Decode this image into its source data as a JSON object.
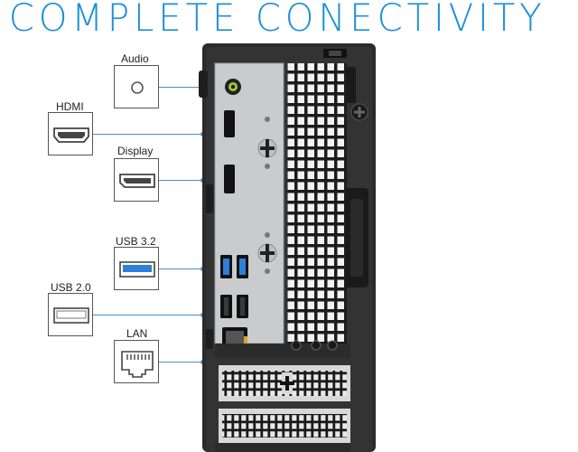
{
  "headline": "COMPLETE CONECTIVITY",
  "ports": [
    {
      "label": "Audio",
      "icon": "audio-jack-icon"
    },
    {
      "label": "HDMI",
      "icon": "hdmi-port-icon"
    },
    {
      "label": "Display",
      "icon": "displayport-icon"
    },
    {
      "label": "USB 3.2",
      "icon": "usb-3-2-port-icon"
    },
    {
      "label": "USB 2.0",
      "icon": "usb-2-0-port-icon"
    },
    {
      "label": "LAN",
      "icon": "lan-port-icon"
    }
  ],
  "colors": {
    "accent": "#1f8fd8",
    "usb3_blue": "#2e7fd8",
    "chassis": "#2b2b2b",
    "io_panel": "#c9cbcd"
  }
}
